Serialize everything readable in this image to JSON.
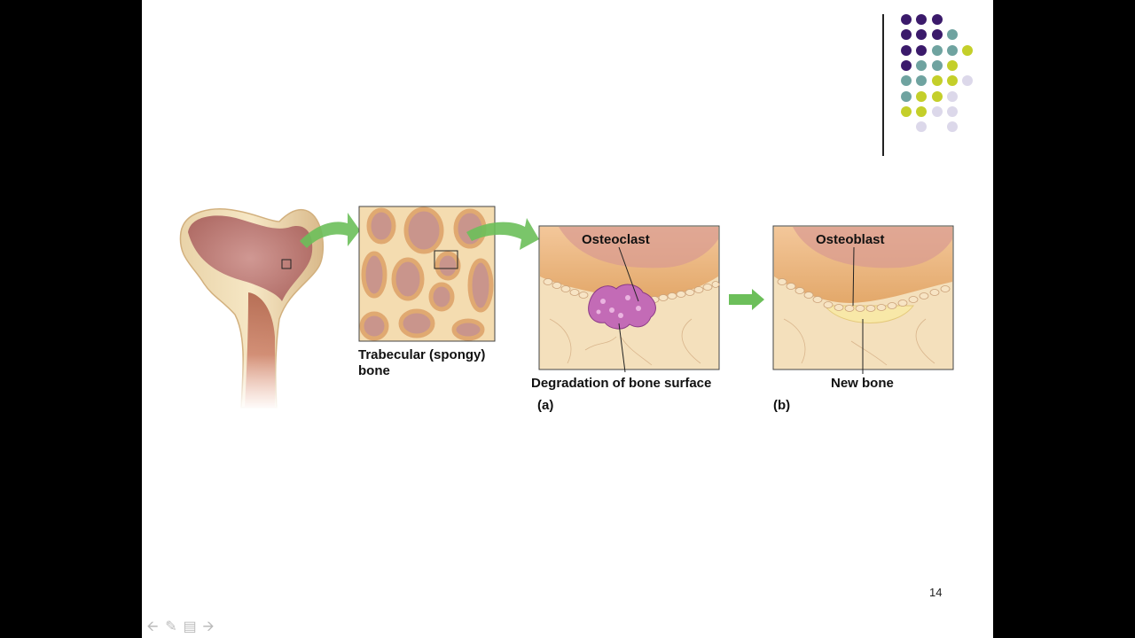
{
  "slide": {
    "page_number": "14",
    "colors": {
      "purple": "#3b1a6b",
      "teal": "#6fa3a0",
      "lime": "#c4cf2a",
      "lavender": "#dcd8ea",
      "arrow_green": "#6cbf5a"
    }
  },
  "diagram": {
    "trabecular_label_line1": "Trabecular (spongy)",
    "trabecular_label_line2": "bone",
    "osteoclast_label": "Osteoclast",
    "osteoblast_label": "Osteoblast",
    "degradation_label": "Degradation of bone surface",
    "new_bone_label": "New bone",
    "panel_a_label": "(a)",
    "panel_b_label": "(b)"
  },
  "nav": {
    "back_icon": "arrow-left-icon",
    "pen_icon": "pen-icon",
    "menu_icon": "menu-icon",
    "forward_icon": "arrow-right-icon"
  }
}
